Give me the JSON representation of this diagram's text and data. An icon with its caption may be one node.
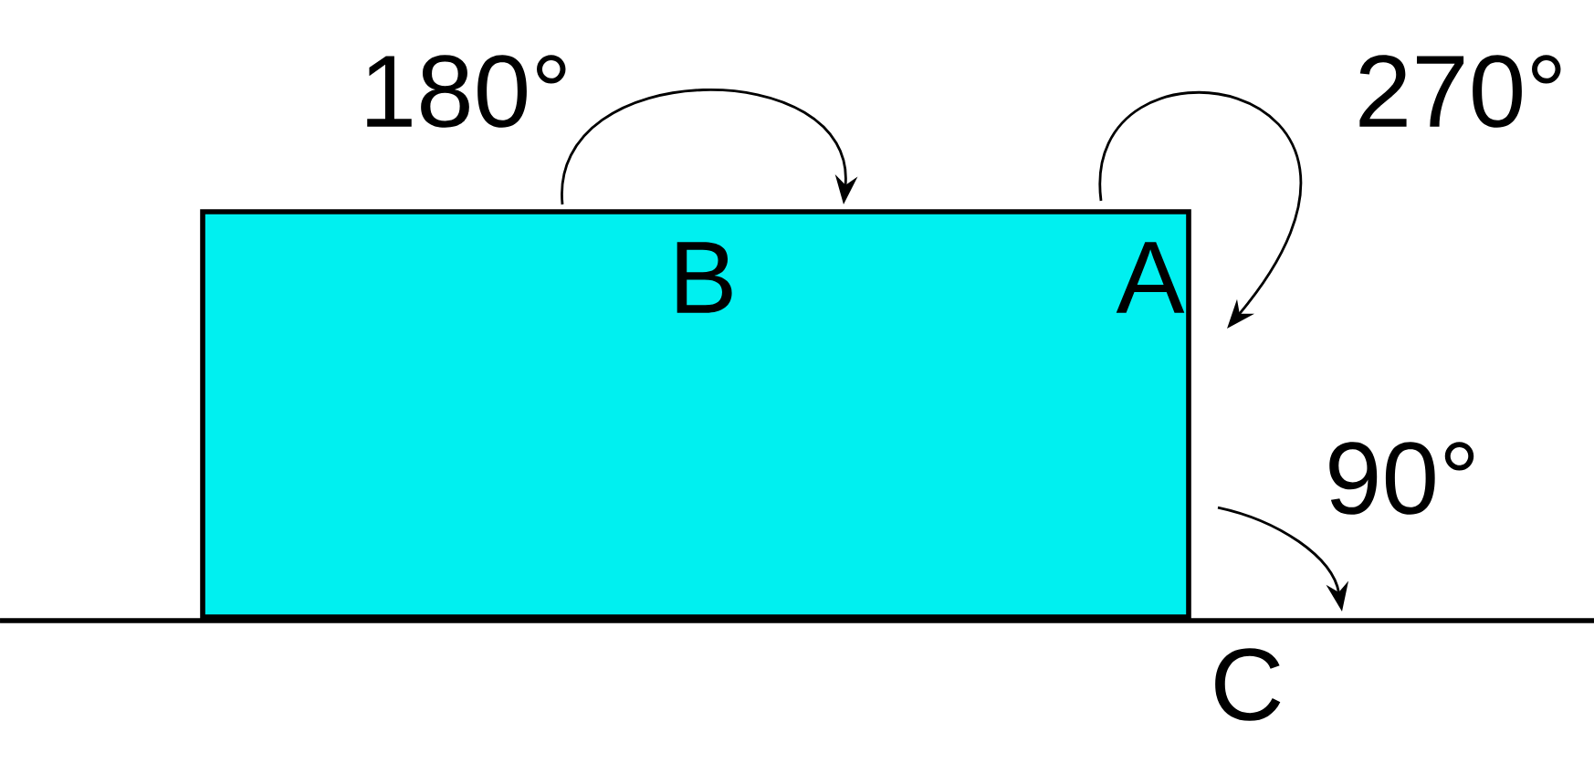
{
  "diagram": {
    "labels": [
      "180°",
      "270°",
      "B",
      "A",
      "90°",
      "C"
    ]
  }
}
